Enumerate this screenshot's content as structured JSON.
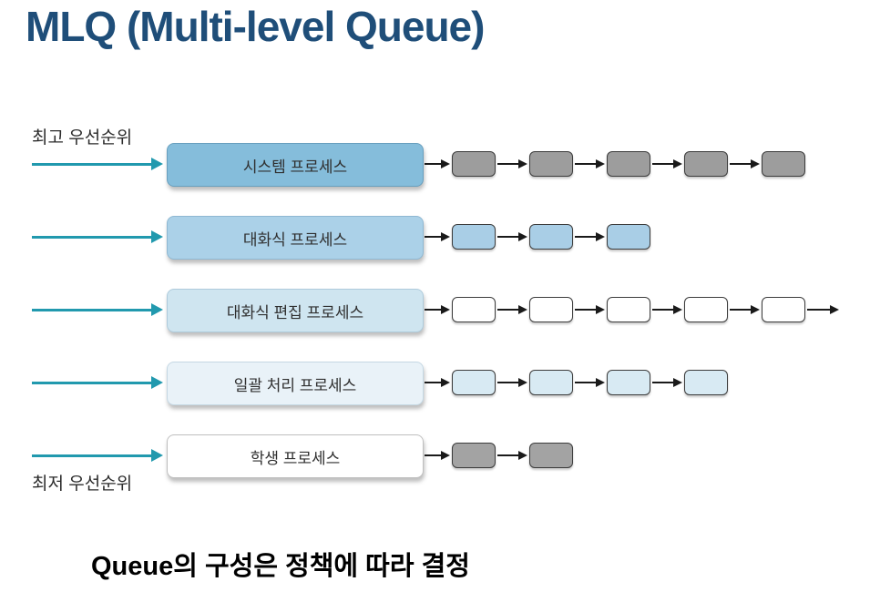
{
  "slide": {
    "title": "MLQ (Multi-level Queue)",
    "caption": "Queue의 구성은 정책에 따라 결정"
  },
  "diagram": {
    "priority_top_label": "최고 우선순위",
    "priority_bottom_label": "최저 우선순위",
    "colors": {
      "title": "#1F4E79",
      "entry_arrow": "#2199AE",
      "link_arrow": "#1a1a1a",
      "node_border": "#3c3c3c"
    },
    "queues": [
      {
        "label": "시스템 프로세스",
        "box_fill": "#85BDDB",
        "box_border": "#689FBE",
        "node_count": 5,
        "node_fill": "#9D9D9D",
        "trailing_arrow": false
      },
      {
        "label": "대화식 프로세스",
        "box_fill": "#ABD1E8",
        "box_border": "#8FB8D2",
        "node_count": 3,
        "node_fill": "#A9CEE6",
        "trailing_arrow": false
      },
      {
        "label": "대화식 편집 프로세스",
        "box_fill": "#CFE5F0",
        "box_border": "#AECBDC",
        "node_count": 5,
        "node_fill": "#FFFFFF",
        "trailing_arrow": true
      },
      {
        "label": "일괄 처리 프로세스",
        "box_fill": "#E9F2F8",
        "box_border": "#C5D8E4",
        "node_count": 4,
        "node_fill": "#D8EAF3",
        "trailing_arrow": false
      },
      {
        "label": "학생 프로세스",
        "box_fill": "#FFFFFF",
        "box_border": "#BFBFBF",
        "node_count": 2,
        "node_fill": "#A3A3A3",
        "trailing_arrow": false
      }
    ]
  }
}
